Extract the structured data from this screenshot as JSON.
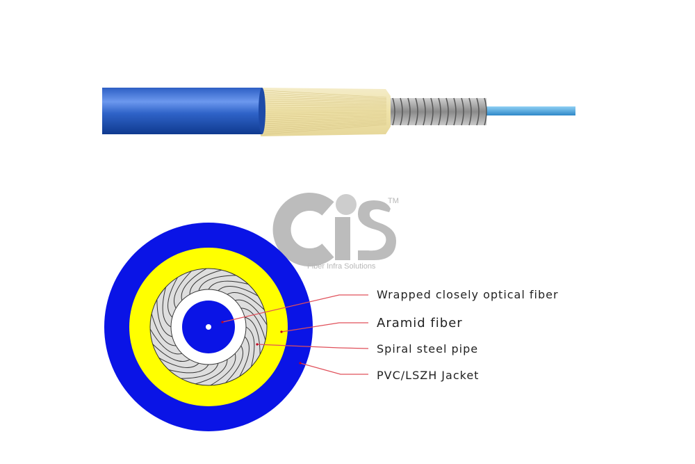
{
  "logo": {
    "brand": "CIS",
    "trademark": "TM",
    "tagline": "Fiber Infra Solutions"
  },
  "cross_section": {
    "labels": [
      "Wrapped closely optical fiber",
      "Aramid fiber",
      "Spiral steel pipe",
      "PVC/LSZH Jacket"
    ]
  },
  "colors": {
    "jacket": "#0a14e6",
    "aramid": "#ffff00",
    "steel": "#dedede",
    "fiber_buffer": "#0a14e6",
    "leader_line": "#e0505a",
    "cable_side_jacket": "#2a5bbf",
    "fiber_side": "#4aa8e0"
  }
}
